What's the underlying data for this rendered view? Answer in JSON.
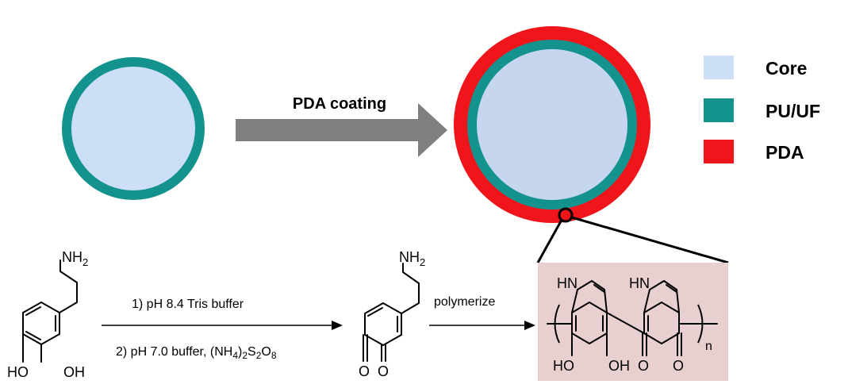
{
  "colors": {
    "core": "#cddff7",
    "core_coated": "#c6d6ee",
    "shell": "#14938e",
    "pda": "#f0151a",
    "arrow": "#7f7f7f",
    "inset_bg": "#e8d0d0"
  },
  "top_arrow": {
    "label": "PDA coating"
  },
  "legend": {
    "items": [
      {
        "label": "Core",
        "color": "#cddff7"
      },
      {
        "label": "PU/UF",
        "color": "#14938e"
      },
      {
        "label": "PDA",
        "color": "#f0151a"
      }
    ]
  },
  "reaction": {
    "dopamine": {
      "amine": "NH",
      "amine_sub": "2",
      "hydroxyl_1": "HO",
      "hydroxyl_2": "OH"
    },
    "step1": "1)  pH 8.4 Tris buffer",
    "step2_prefix": "2)  pH 7.0 buffer, (NH",
    "step2_sub1": "4",
    "step2_mid1": ")",
    "step2_sub2": "2",
    "step2_mid2": "S",
    "step2_sub3": "2",
    "step2_mid3": "O",
    "step2_sub4": "8",
    "quinone": {
      "amine": "NH",
      "amine_sub": "2",
      "oxo_1": "O",
      "oxo_2": "O"
    },
    "polymerize": "polymerize"
  },
  "pda_structure": {
    "nh_1": "HN",
    "nh_2": "HN",
    "oh_1": "HO",
    "oh_2": "OH",
    "o_1": "O",
    "o_2": "O",
    "repeat": "n"
  }
}
